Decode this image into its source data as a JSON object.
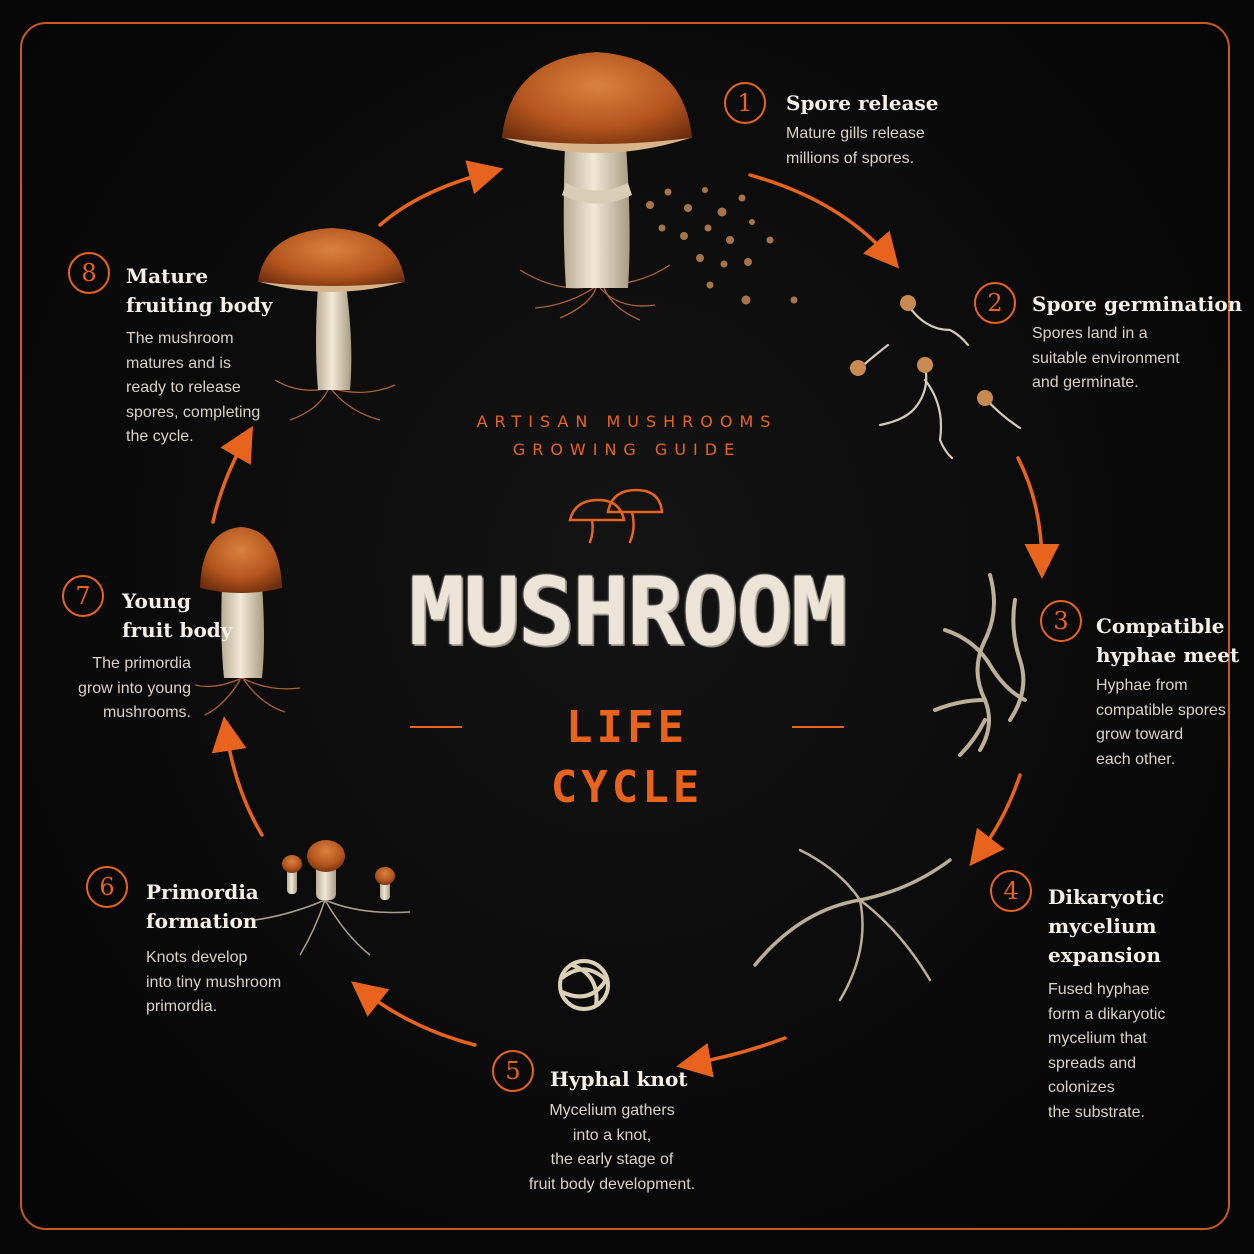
{
  "brand": {
    "line1": "ARTISAN MUSHROOMS",
    "line2": "GROWING GUIDE",
    "logo_icon": "mushroom-pair-icon"
  },
  "heading": {
    "title": "MUSHROOM",
    "subtitle": "LIFE CYCLE"
  },
  "colors": {
    "accent": "#e8641e",
    "background": "#070707",
    "title_text": "#ece4d6",
    "cap_brown": "#b4551e",
    "stem_cream": "#e9dfc9"
  },
  "stages": [
    {
      "number": "1",
      "title": "Spore release",
      "description": "Mature gills release\nmillions of spores.",
      "icon": "mushroom-releasing-spores-icon"
    },
    {
      "number": "2",
      "title": "Spore germination",
      "description": "Spores land in a\nsuitable environment\nand germinate.",
      "icon": "germinating-spores-icon"
    },
    {
      "number": "3",
      "title": "Compatible\nhyphae meet",
      "description": "Hyphae from\ncompatible spores\ngrow toward\neach other.",
      "icon": "hyphae-strands-icon"
    },
    {
      "number": "4",
      "title": "Dikaryotic\nmycelium\nexpansion",
      "description": "Fused hyphae\nform a dikaryotic\nmycelium that\nspreads and\ncolonizes\nthe substrate.",
      "icon": "mycelium-network-icon"
    },
    {
      "number": "5",
      "title": "Hyphal knot",
      "description": "Mycelium gathers\ninto a knot,\nthe early stage of\nfruit body development.",
      "icon": "hyphal-knot-icon"
    },
    {
      "number": "6",
      "title": "Primordia\nformation",
      "description": "Knots develop\ninto tiny mushroom\nprimordia.",
      "icon": "primordia-icon"
    },
    {
      "number": "7",
      "title": "Young\nfruit body",
      "description": "The primordia\ngrow into young\nmushrooms.",
      "icon": "young-mushroom-icon"
    },
    {
      "number": "8",
      "title": "Mature\nfruiting body",
      "description": "The mushroom\nmatures and is\nready to release\nspores, completing\nthe cycle.",
      "icon": "mature-mushroom-icon"
    }
  ]
}
